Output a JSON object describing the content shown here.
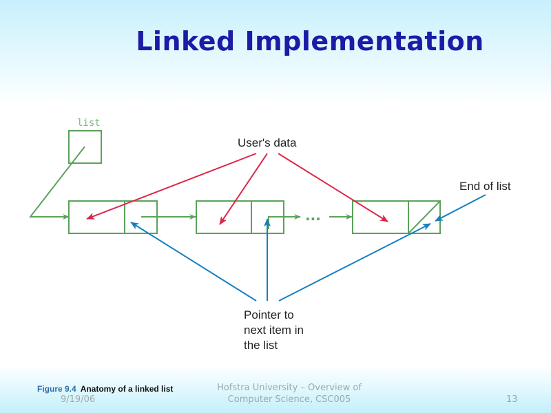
{
  "slide": {
    "title": "Linked Implementation",
    "caption_number": "Figure 9.4",
    "caption_text": "Anatomy of a linked list",
    "date": "9/19/06",
    "footer_line1": "Hofstra University – Overview of",
    "footer_line2": "Computer Science, CSC005",
    "page_number": "13"
  },
  "diagram": {
    "list_label": "list",
    "users_data_label": "User's data",
    "end_of_list_label": "End of list",
    "ellipsis": "...",
    "pointer_label_lines": [
      "Pointer to",
      "next item in",
      "the list"
    ],
    "colors": {
      "node": "#5aa25a",
      "data_arrow": "#dd2648",
      "pointer_arrow": "#1580c0"
    }
  }
}
